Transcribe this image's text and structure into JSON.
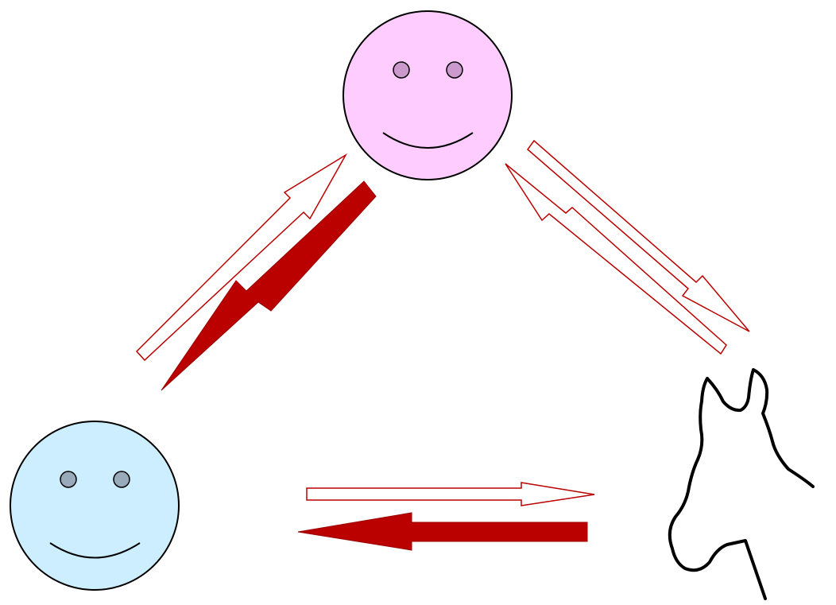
{
  "nodes": [
    {
      "id": "person-top",
      "kind": "smiley-face",
      "fill": "#ffccff",
      "eye_fill": "#cc99cc"
    },
    {
      "id": "person-left",
      "kind": "smiley-face",
      "fill": "#cceeff",
      "eye_fill": "#99aabb"
    },
    {
      "id": "horse",
      "kind": "horse-head-outline",
      "stroke": "#000000"
    }
  ],
  "edges": [
    {
      "from": "person-left",
      "to": "person-top",
      "style": "hollow"
    },
    {
      "from": "person-top",
      "to": "person-left",
      "style": "solid"
    },
    {
      "from": "person-top",
      "to": "horse",
      "style": "hollow"
    },
    {
      "from": "horse",
      "to": "person-top",
      "style": "hollow"
    },
    {
      "from": "person-left",
      "to": "horse",
      "style": "hollow"
    },
    {
      "from": "horse",
      "to": "person-left",
      "style": "solid"
    }
  ],
  "colors": {
    "arrow": "#bb0000",
    "outline": "#000000",
    "background": "#ffffff"
  }
}
